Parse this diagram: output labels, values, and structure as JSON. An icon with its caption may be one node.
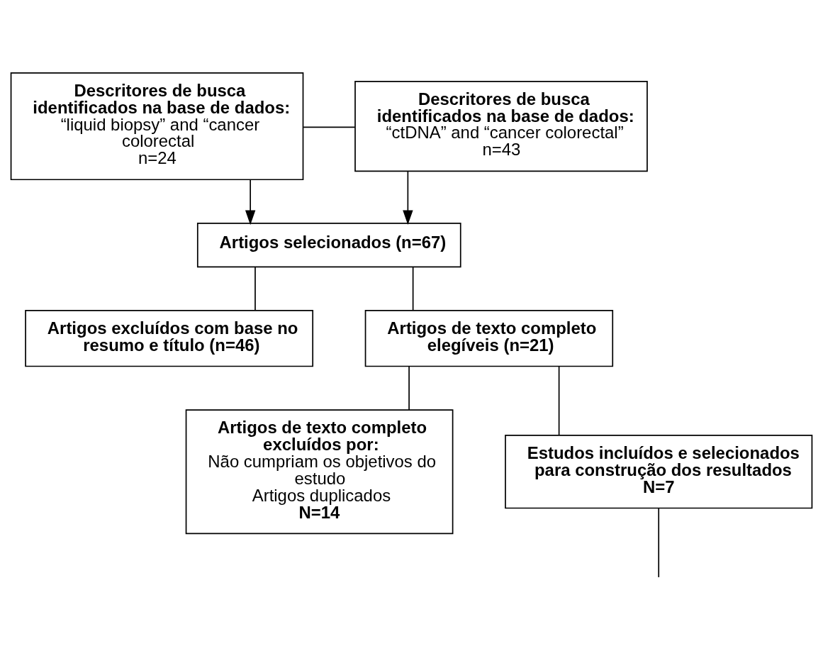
{
  "diagram": {
    "nodes": [
      {
        "text": [
          "Descritores de busca identificados na base de dados:",
          "“liquid biopsy” and “cancer colorectal",
          "n=24"
        ]
      },
      {
        "text": [
          "Descritores de busca identificados na base de dados:",
          "“ctDNA” and “cancer colorectal”",
          "n=43"
        ]
      },
      {
        "text": [
          "Artigos selecionados (n=67)"
        ]
      },
      {
        "text": [
          "Artigos excluídos com base no resumo e título (n=46)"
        ]
      },
      {
        "text": [
          "Artigos de texto completo elegíveis (n=21)"
        ]
      },
      {
        "text": [
          "Artigos de texto completo excluídos por:",
          "Não cumpriam os objetivos do estudo",
          "Artigos duplicados",
          "N=14"
        ]
      },
      {
        "text": [
          "Estudos incluídos e selecionados para construção dos resultados N=7"
        ]
      }
    ],
    "edges": [
      {
        "from": 0,
        "to": 1,
        "arrow": "none"
      },
      {
        "from": 0,
        "to": 2,
        "arrow": "to"
      },
      {
        "from": 1,
        "to": 2,
        "arrow": "to"
      },
      {
        "from": 2,
        "to": 4,
        "arrow": "none"
      },
      {
        "from": 2,
        "to": 3,
        "arrow": "none"
      },
      {
        "from": 4,
        "to": 6,
        "arrow": "none"
      },
      {
        "from": 4,
        "to": 5,
        "arrow": "none"
      },
      {
        "from": 6,
        "to": null,
        "arrow": "none"
      }
    ]
  }
}
